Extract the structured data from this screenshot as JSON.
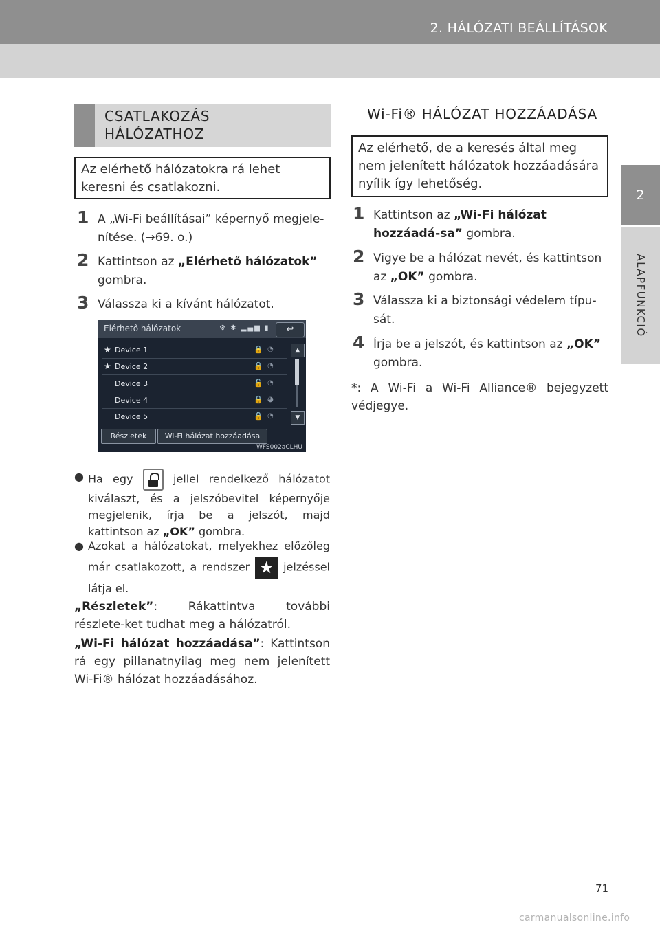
{
  "header": {
    "title": "2. HÁLÓZATI BEÁLLÍTÁSOK"
  },
  "side_tab": {
    "number": "2",
    "label": "ALAPFUNKCIÓ"
  },
  "left": {
    "heading": [
      "CSATLAKOZÁS",
      "HÁLÓZATHOZ"
    ],
    "intro": "Az elérhető hálózatokra rá lehet keresni és csatlakozni.",
    "steps": [
      {
        "num": "1",
        "pre": "A „Wi-Fi beállításai” képernyő megjele-nítése. (→69. o.)",
        "bold": "",
        "post": ""
      },
      {
        "num": "2",
        "pre": "Kattintson az ",
        "bold": "„Elérhető hálózatok”",
        "post": " gombra."
      },
      {
        "num": "3",
        "pre": "Válassza ki a kívánt hálózatot.",
        "bold": "",
        "post": ""
      }
    ],
    "screen": {
      "title": "Elérhető hálózatok",
      "status": "⚙ ✱ ▂▄▆ ▮",
      "back": "↩",
      "networks": [
        {
          "name": "Device 1",
          "fav": "★",
          "lock": "🔒",
          "wifi": "◔"
        },
        {
          "name": "Device 2",
          "fav": "★",
          "lock": "🔒",
          "wifi": "◔"
        },
        {
          "name": "Device 3",
          "fav": "",
          "lock": "🔓",
          "wifi": "◔"
        },
        {
          "name": "Device 4",
          "fav": "",
          "lock": "🔒",
          "wifi": "◕"
        },
        {
          "name": "Device 5",
          "fav": "",
          "lock": "🔒",
          "wifi": "◔"
        }
      ],
      "btn_details": "Részletek",
      "btn_add": "Wi-Fi hálózat hozzáadása",
      "code": "WFS002aCLHU"
    },
    "bullet1": {
      "pre": "Ha egy",
      "post": "jellel rendelkező hálózatot kiválaszt, és a jelszóbevitel képernyője megjelenik, írja be a jelszót, majd kattintson az ",
      "bold": "„OK”",
      "end": " gombra."
    },
    "bullet2": {
      "pre": "Azokat a hálózatokat, melyekhez előzőleg már csatlakozott, a rendszer",
      "post": "jelzéssel látja el."
    },
    "para1": {
      "bold": "„Részletek”",
      "text": ": Rákattintva további részlete-ket tudhat meg a hálózatról."
    },
    "para2": {
      "bold": "„Wi-Fi hálózat hozzáadása”",
      "text": ": Kattintson rá egy pillanatnyilag meg nem jelenített Wi-Fi® hálózat hozzáadásához."
    }
  },
  "right": {
    "heading": "Wi-Fi® HÁLÓZAT HOZZÁADÁSA",
    "intro": "Az elérhető, de a keresés által meg nem jelenített hálózatok hozzáadására nyílik így lehetőség.",
    "steps": [
      {
        "num": "1",
        "pre": "Kattintson az ",
        "bold": "„Wi-Fi hálózat hozzáadá-sa”",
        "post": " gombra."
      },
      {
        "num": "2",
        "pre": "Vigye be a hálózat nevét, és kattintson az ",
        "bold": "„OK”",
        "post": " gombra."
      },
      {
        "num": "3",
        "pre": "Válassza ki a biztonsági védelem típu-sát.",
        "bold": "",
        "post": ""
      },
      {
        "num": "4",
        "pre": "Írja be a jelszót, és kattintson az ",
        "bold": "„OK”",
        "post": " gombra."
      }
    ],
    "footnote": "*: A Wi-Fi a Wi-Fi Alliance® bejegyzett védjegye."
  },
  "page_number": "71",
  "watermark": "carmanualsonline.info"
}
